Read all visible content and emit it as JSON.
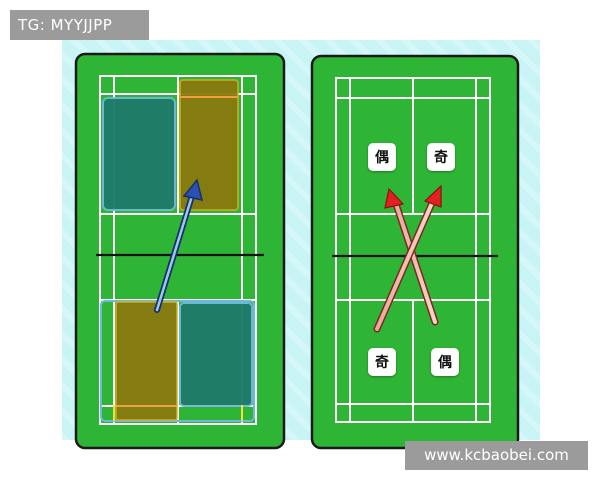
{
  "watermark_top": "TG: MYYJJPP",
  "watermark_bottom": "www.kcbaobei.com",
  "right_court_labels": {
    "top_left": "偶",
    "top_right": "奇",
    "bottom_left": "奇",
    "bottom_right": "偶"
  },
  "colors": {
    "court_green": "#2fb535",
    "court_border": "#1a1a1a",
    "backdrop": "#c8f4f6",
    "teal_zone": "#1e7a6a",
    "olive_zone": "#8a7a10",
    "arrow_blue": "#2a50b0",
    "arrow_red": "#e22020",
    "arrow_pink": "#f4b8b0"
  }
}
